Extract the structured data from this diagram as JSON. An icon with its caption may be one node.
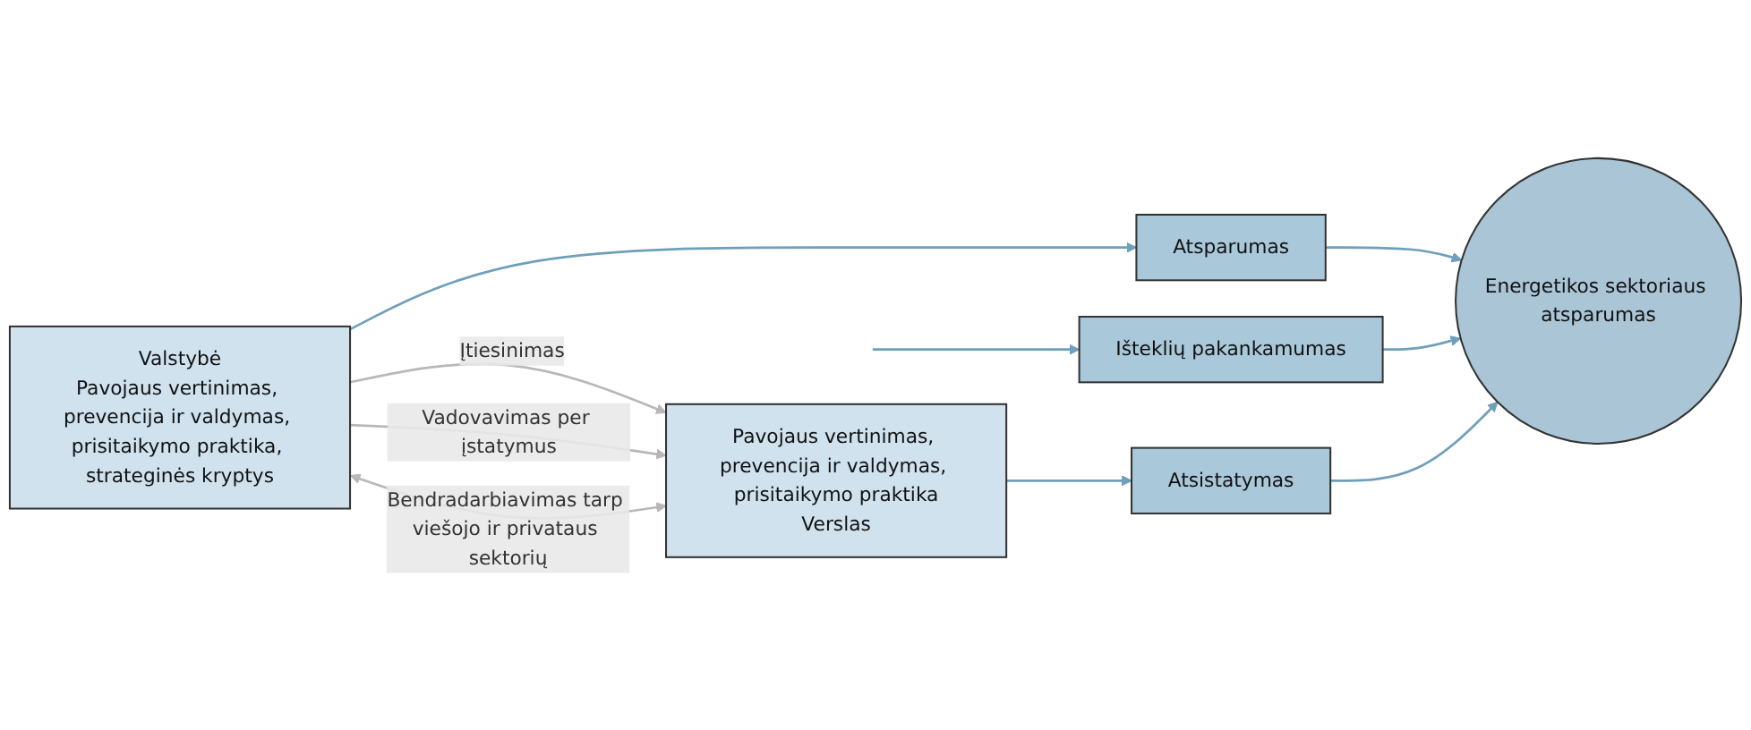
{
  "diagram": {
    "nodes": [
      {
        "text": [
          "Valstybė",
          "Pavojaus vertinimas, prevencija ir valdymas, prisitaikymo praktika, strateginės kryptys"
        ]
      },
      {
        "text": [
          "Pavojaus vertinimas, prevencija ir valdymas, prisitaikymo praktika",
          "Verslas"
        ]
      },
      {
        "text": [
          "Atsparumas"
        ]
      },
      {
        "text": [
          "Išteklių pakankamumas"
        ]
      },
      {
        "text": [
          "Atsistatymas"
        ]
      },
      {
        "text": [
          "Energetikos sektoriaus atsparumas"
        ]
      }
    ],
    "edges": [
      {
        "from": 0,
        "to": 1,
        "arrow": "to",
        "label": "Įtiesinimas",
        "color": "#b8b8b8"
      },
      {
        "from": 0,
        "to": 1,
        "arrow": "to",
        "label": "Vadovavimas per įstatymus",
        "color": "#b8b8b8"
      },
      {
        "from": 0,
        "to": 1,
        "arrow": "both",
        "label": "Bendradarbiavimas tarp viešojo ir privataus sektorių",
        "color": "#b8b8b8"
      },
      {
        "from": 0,
        "to": 2,
        "arrow": "to"
      },
      {
        "from": null,
        "to": 3,
        "arrow": "to"
      },
      {
        "from": 1,
        "to": 4,
        "arrow": "to"
      },
      {
        "from": 2,
        "to": 5,
        "arrow": "to"
      },
      {
        "from": 3,
        "to": 5,
        "arrow": "to"
      },
      {
        "from": 4,
        "to": 5,
        "arrow": "to"
      }
    ]
  }
}
